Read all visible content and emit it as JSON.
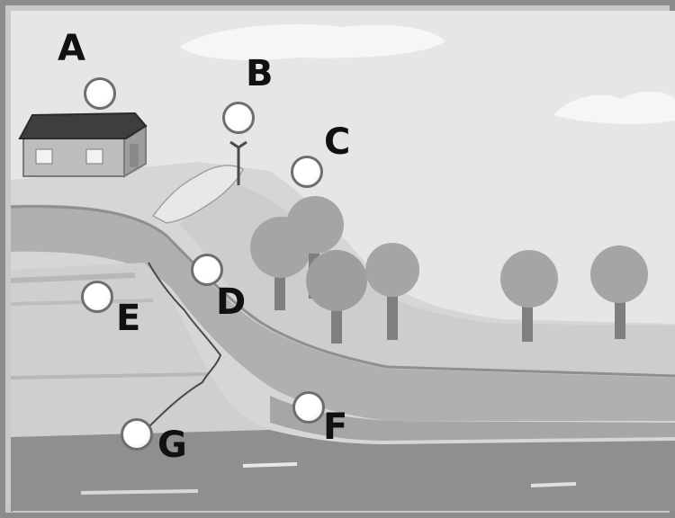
{
  "diagram": {
    "labels": {
      "a": "A",
      "b": "B",
      "c": "C",
      "d": "D",
      "e": "E",
      "f": "F",
      "g": "G"
    }
  }
}
